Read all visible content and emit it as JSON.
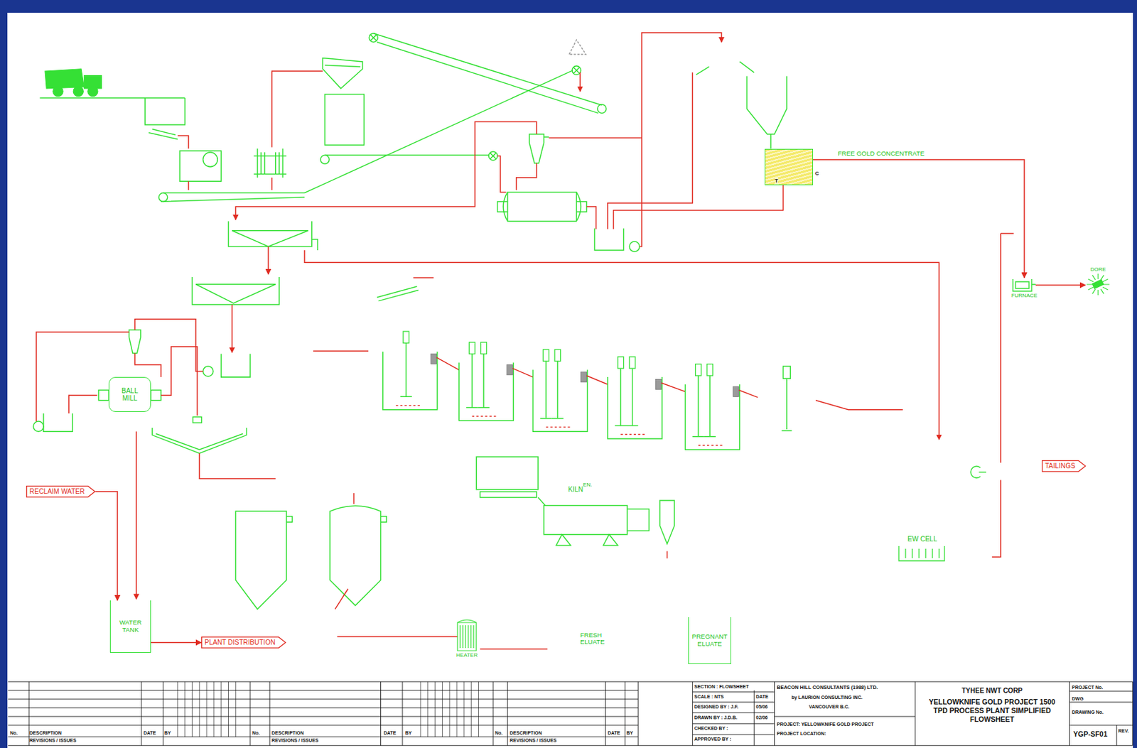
{
  "diagram": {
    "nodes": [
      {
        "text": [
          "RECLAIM WATER"
        ]
      },
      {
        "text": [
          "WATER TANK"
        ]
      },
      {
        "text": [
          "PLANT DISTRIBUTION"
        ]
      },
      {
        "text": [
          "BALL MILL"
        ]
      },
      {
        "text": [
          "C",
          "T"
        ]
      },
      {
        "text": [
          "FURNACE"
        ]
      },
      {
        "text": [
          "DORE"
        ]
      },
      {
        "text": [
          "KILN",
          "EN."
        ]
      },
      {
        "text": [
          "EW CELL"
        ]
      },
      {
        "text": [
          "HEATER"
        ]
      },
      {
        "text": [
          "PREGNANT ELUATE"
        ]
      },
      {
        "text": [
          "TAILINGS"
        ]
      }
    ],
    "edges": [
      {
        "from": 0,
        "to": 1,
        "arrow": "to"
      },
      {
        "from": 1,
        "to": 2,
        "arrow": "to"
      },
      {
        "from": 4,
        "to": 5,
        "label": "FREE GOLD CONCENTRATE",
        "arrow": "to"
      },
      {
        "from": 5,
        "to": 6,
        "arrow": "to"
      }
    ],
    "labels": [
      "FRESH ELUATE",
      "No.",
      "DESCRIPTION",
      "REVISIONS / ISSUES",
      "DATE",
      "BY",
      "No.",
      "DESCRIPTION",
      "REVISIONS / ISSUES",
      "DATE",
      "BY",
      "No.",
      "DESCRIPTION",
      "REVISIONS / ISSUES",
      "DATE",
      "BY",
      "SECTION : FLOWSHEET",
      "SCALE : NTS",
      "DATE",
      "DESIGNED BY : J.F.",
      "05/06",
      "DRAWN BY : J.D.B.",
      "02/06",
      "CHECKED BY :",
      "APPROVED BY :",
      "BEACON HILL CONSULTANTS (1988) LTD.",
      "by LAURION CONSULTING INC.",
      "VANCOUVER B.C.",
      "PROJECT: YELLOWKNIFE GOLD PROJECT",
      "PROJECT LOCATION:",
      "TYHEE NWT CORP",
      "YELLOWKNIFE GOLD PROJECT 1500 TPD PROCESS PLANT SIMPLIFIED FLOWSHEET",
      "PROJECT No.",
      "DWG",
      "DRAWING No.",
      "YGP-SF01",
      "REV."
    ]
  }
}
